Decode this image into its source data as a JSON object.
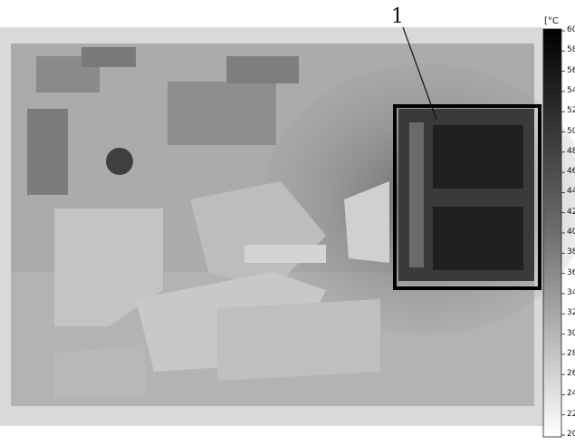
{
  "figure": {
    "callout_label": "1",
    "colorbar": {
      "unit": "[°C",
      "tick_labels": [
        "60",
        "58",
        "56",
        "54",
        "52",
        "50",
        "48",
        "46",
        "44",
        "42",
        "40",
        "38",
        "36",
        "34",
        "32",
        "30",
        "28",
        "26",
        "24",
        "22",
        "20"
      ],
      "range": [
        20,
        60
      ],
      "gradient": "white-to-black"
    },
    "colors": {
      "board": "#a9a9a9",
      "background": "#d8d8d8",
      "hotspot": "#2a2a2a",
      "frame": "#000000"
    }
  }
}
